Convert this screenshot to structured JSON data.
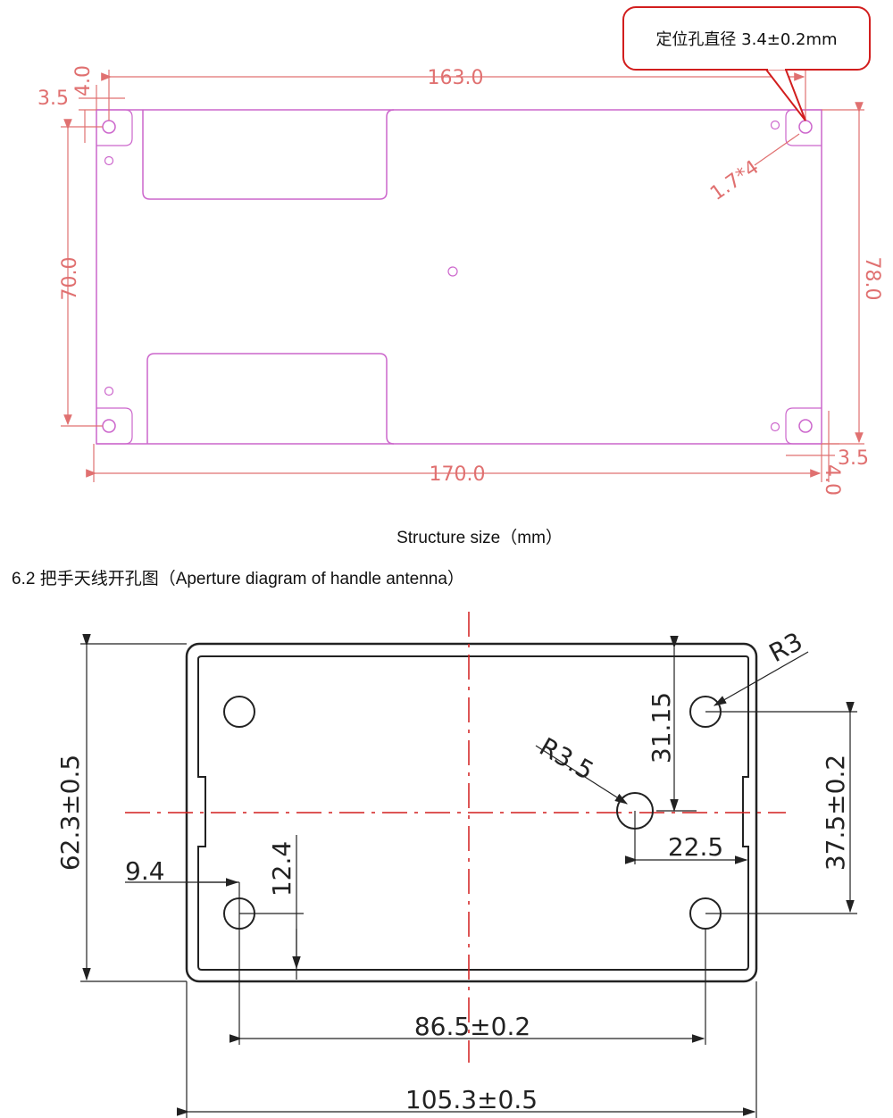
{
  "diagram1": {
    "callout": "定位孔直径 3.4±0.2mm",
    "dims": {
      "top_width": "163.0",
      "bottom_width": "170.0",
      "left_height": "70.0",
      "right_height": "78.0",
      "top_left_offset_x": "3.5",
      "top_left_offset_y": "4.0",
      "bottom_right_offset_x": "3.5",
      "bottom_right_offset_y": "4.0",
      "hole_spec": "1.7*4"
    },
    "caption": "Structure size（mm）"
  },
  "section_heading": "6.2 把手天线开孔图（Aperture diagram of handle antenna）",
  "diagram2": {
    "dims": {
      "height": "62.3±0.5",
      "left_offset": "9.4",
      "hole_height": "12.4",
      "top_hole_offset": "31.15",
      "radius_corner": "R3",
      "radius_center": "R3.5",
      "center_right_offset": "22.5",
      "right_spacing": "37.5±0.2",
      "hole_spacing": "86.5±0.2",
      "total_width": "105.3±0.5"
    }
  }
}
